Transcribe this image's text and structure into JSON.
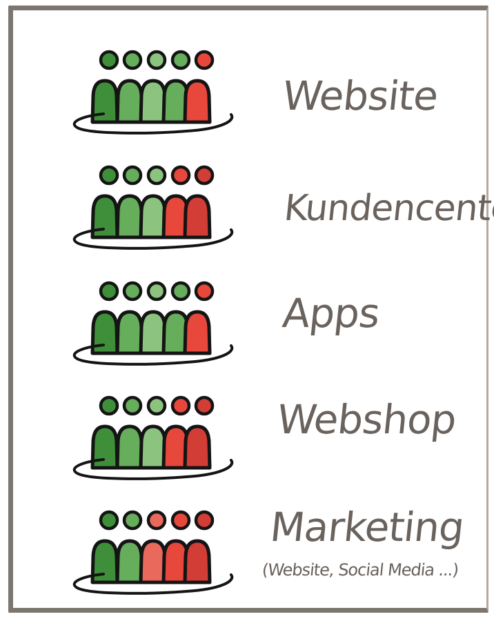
{
  "rows": [
    {
      "label": "Website",
      "ratings": [
        "g1",
        "g2",
        "g3",
        "g2",
        "r1"
      ]
    },
    {
      "label": "Kundencenter",
      "ratings": [
        "g1",
        "g2",
        "g3",
        "r1",
        "r2"
      ]
    },
    {
      "label": "Apps",
      "ratings": [
        "g1",
        "g2",
        "g3",
        "g2",
        "r1"
      ]
    },
    {
      "label": "Webshop",
      "ratings": [
        "g1",
        "g2",
        "g3",
        "r1",
        "r2"
      ]
    },
    {
      "label": "Marketing",
      "sublabel": "(Website, Social Media ...)",
      "ratings": [
        "g1",
        "g2",
        "r3",
        "r1",
        "r2"
      ]
    }
  ],
  "colors": {
    "g1": "#3f8f3a",
    "g2": "#66ad5c",
    "g3": "#8cc47f",
    "r1": "#e8473b",
    "r2": "#d23d36",
    "r3": "#e96a5c",
    "outline": "#141414",
    "frame": "#7d7670",
    "text": "#6a625d"
  }
}
